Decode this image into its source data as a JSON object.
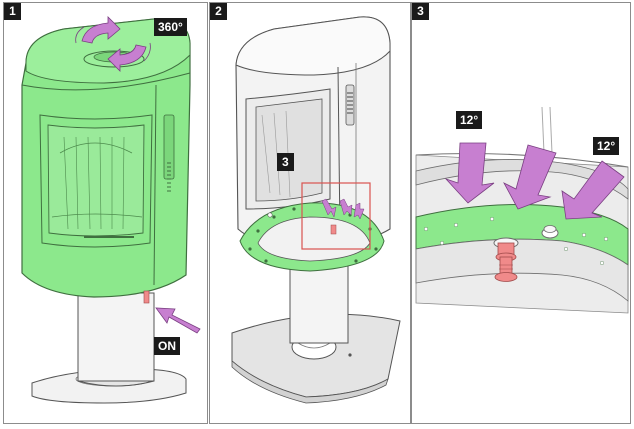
{
  "panels": [
    {
      "number": "1",
      "labels": {
        "rotation": "360°",
        "switch": "ON"
      }
    },
    {
      "number": "2",
      "callout": "3"
    },
    {
      "number": "3",
      "labels": {
        "angle_left": "12°",
        "angle_right": "12°"
      }
    }
  ],
  "colors": {
    "highlight_green": "#8ce88c",
    "arrow_purple": "#c77fd0",
    "valve_red": "#f08a8a",
    "callout_red": "#d9534f",
    "line_gray": "#6e6e6e"
  }
}
